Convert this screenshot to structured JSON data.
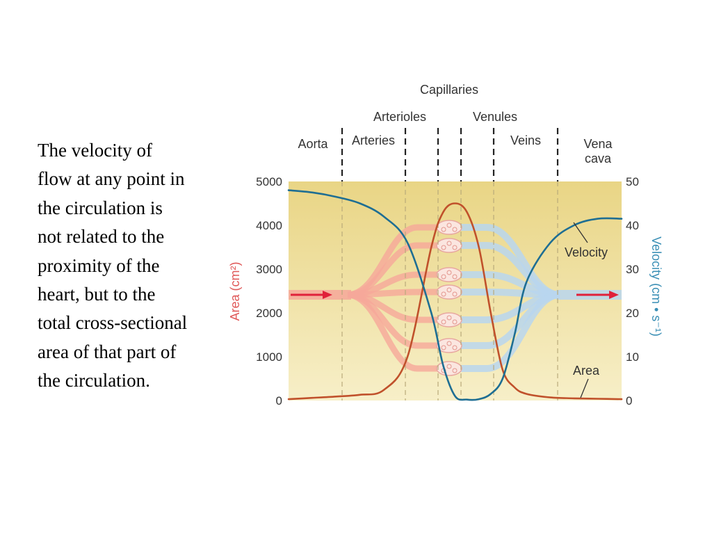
{
  "caption": {
    "lines": [
      "The velocity of",
      "flow at any point in",
      "the circulation is",
      "not related to the",
      "proximity of the",
      "heart, but to the",
      "total cross-sectional",
      "area of that part of",
      "the circulation."
    ]
  },
  "colors": {
    "area_line": "#c0512b",
    "velocity_line": "#1e6e93",
    "area_axis": "#e05a5a",
    "velocity_axis": "#3a8fb5",
    "arrow": "#e0213a",
    "bg_top": "#e9d585",
    "bg_bottom": "#f7efc8",
    "arterial_vessel": "#f6a79a",
    "venous_vessel": "#b9d6ee"
  },
  "chart_data": {
    "type": "line",
    "x_segments": [
      "Aorta",
      "Arteries",
      "Arterioles",
      "Capillaries",
      "Venules",
      "Veins",
      "Vena cava"
    ],
    "segment_label_lines": {
      "aorta": [
        "Aorta"
      ],
      "arteries": [
        "Arteries"
      ],
      "arterioles": [
        "Arterioles"
      ],
      "capillaries": [
        "Capillaries"
      ],
      "venules": [
        "Venules"
      ],
      "veins": [
        "Veins"
      ],
      "vena_cava": [
        "Vena",
        "cava"
      ]
    },
    "x": [
      0,
      0.5,
      1,
      1.5,
      2,
      2.5,
      3,
      3.25,
      3.5,
      3.75,
      4,
      4.25,
      4.5,
      4.75,
      5,
      5.5,
      6,
      6.5,
      7
    ],
    "x_range": [
      0,
      7
    ],
    "left_axis": {
      "label": "Area (cm²)",
      "ticks": [
        "0",
        "1000",
        "2000",
        "3000",
        "4000",
        "5000"
      ],
      "range": [
        0,
        5000
      ]
    },
    "right_axis": {
      "label": "Velocity (cm • s⁻¹)",
      "ticks": [
        "0",
        "10",
        "20",
        "30",
        "40",
        "50"
      ],
      "range": [
        0,
        50
      ]
    },
    "series": [
      {
        "name": "Area",
        "axis": "left",
        "values": [
          30,
          60,
          90,
          130,
          240,
          1000,
          3500,
          4300,
          4500,
          4300,
          3500,
          2000,
          700,
          300,
          150,
          70,
          50,
          40,
          30
        ]
      },
      {
        "name": "Velocity",
        "axis": "right",
        "values": [
          48,
          47.5,
          46.5,
          45,
          42,
          36,
          20,
          8,
          1,
          0.2,
          0.3,
          1.5,
          5,
          15,
          27,
          36,
          40,
          41.5,
          41.5
        ]
      }
    ],
    "annotations": {
      "velocity": "Velocity",
      "area": "Area"
    },
    "grid": false,
    "legend": "none"
  }
}
